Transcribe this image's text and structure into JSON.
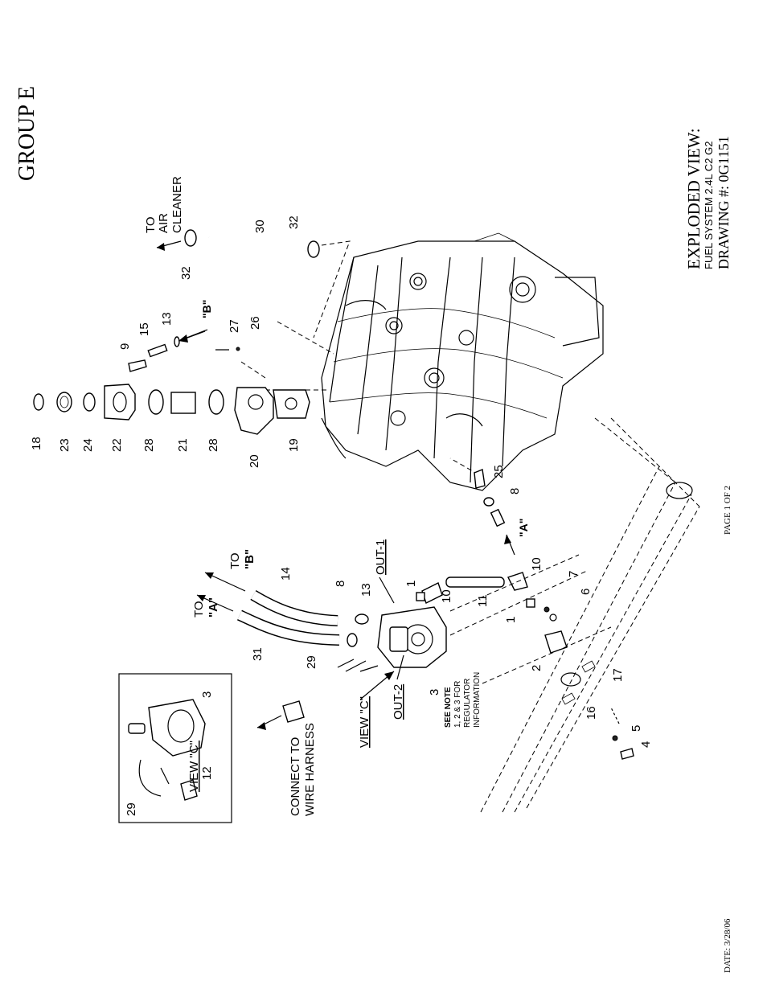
{
  "header": {
    "group": "GROUP E",
    "title_line1": "EXPLODED VIEW:",
    "title_line2": "FUEL SYSTEM 2.4L C2 G2",
    "title_line3": "DRAWING #: 0G1151"
  },
  "footer": {
    "page": "PAGE 1 OF 2",
    "date": "DATE:  3/28/06"
  },
  "callouts": {
    "c18": "18",
    "c23": "23",
    "c24": "24",
    "c22": "22",
    "c28a": "28",
    "c21": "21",
    "c28b": "28",
    "c20": "20",
    "c19": "19",
    "c9": "9",
    "c15": "15",
    "c13a": "13",
    "c27": "27",
    "c26": "26",
    "c32a": "32",
    "c30": "30",
    "c32b": "32",
    "c25": "25",
    "c8a": "8",
    "c10a": "10",
    "c7": "7",
    "c6": "6",
    "c10b": "10",
    "c11": "11",
    "c1a": "1",
    "c1b": "1",
    "c2": "2",
    "c17": "17",
    "c16": "16",
    "c5": "5",
    "c4": "4",
    "c3a": "3",
    "c3b": "3",
    "c13b": "13",
    "c8b": "8",
    "c14": "14",
    "c31": "31",
    "c29a": "29",
    "c29b": "29",
    "c12": "12"
  },
  "labels": {
    "to_air_1": "TO",
    "to_air_2": "AIR",
    "to_air_3": "CLEANER",
    "b_arrow": "\"B\"",
    "a_arrow": "\"A\"",
    "to_a_1": "TO",
    "to_a_2": "\"A\"",
    "to_b_1": "TO",
    "to_b_2": "\"B\"",
    "out1": "OUT-1",
    "out2": "OUT-2",
    "view_c": "VIEW \"C\"",
    "view_c_inset": "VIEW \"C\"",
    "connect_1": "CONNECT TO",
    "connect_2": "WIRE HARNESS",
    "note_1": "SEE NOTE",
    "note_2": "1, 2 & 3 FOR",
    "note_3": "REGULATOR",
    "note_4": "INFORMATION"
  }
}
